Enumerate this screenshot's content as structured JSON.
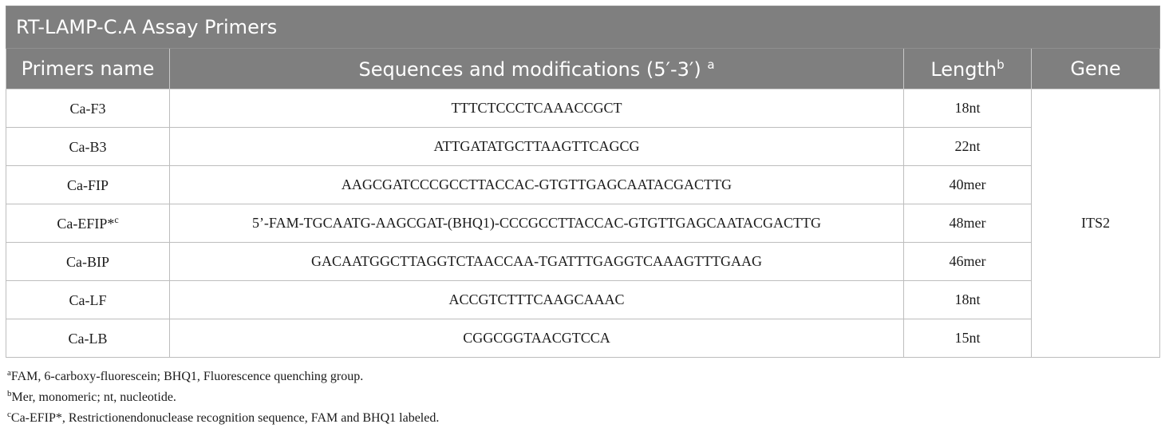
{
  "table": {
    "title": "RT-LAMP-C.A Assay Primers",
    "headers": {
      "name": "Primers name",
      "sequence": "Sequences and modifications (5′-3′)",
      "sequence_sup": "a",
      "length": "Length",
      "length_sup": "b",
      "gene": "Gene"
    },
    "rows": [
      {
        "name": "Ca-F3",
        "name_sup": "",
        "sequence": "TTTCTCCCTCAAACCGCT",
        "length": "18nt"
      },
      {
        "name": "Ca-B3",
        "name_sup": "",
        "sequence": "ATTGATATGCTTAAGTTCAGCG",
        "length": "22nt"
      },
      {
        "name": "Ca-FIP",
        "name_sup": "",
        "sequence": "AAGCGATCCCGCCTTACCAC-GTGTTGAGCAATACGACTTG",
        "length": "40mer"
      },
      {
        "name": "Ca-EFIP*",
        "name_sup": "c",
        "sequence": "5’-FAM-TGCAATG-AAGCGAT-(BHQ1)-CCCGCCTTACCAC-GTGTTGAGCAATACGACTTG",
        "length": "48mer"
      },
      {
        "name": "Ca-BIP",
        "name_sup": "",
        "sequence": "GACAATGGCTTAGGTCTAACCAA-TGATTTGAGGTCAAAGTTTGAAG",
        "length": "46mer"
      },
      {
        "name": "Ca-LF",
        "name_sup": "",
        "sequence": "ACCGTCTTTCAAGCAAAC",
        "length": "18nt"
      },
      {
        "name": "Ca-LB",
        "name_sup": "",
        "sequence": "CGGCGGTAACGTCCA",
        "length": "15nt"
      }
    ],
    "gene": "ITS2"
  },
  "footnotes": [
    {
      "mark": "a",
      "text": "FAM, 6-carboxy-fluorescein; BHQ1, Fluorescence quenching group."
    },
    {
      "mark": "b",
      "text": "Mer, monomeric; nt, nucleotide."
    },
    {
      "mark": "c",
      "text": "Ca-EFIP*, Restrictionendonuclease recognition sequence, FAM and BHQ1 labeled."
    }
  ]
}
